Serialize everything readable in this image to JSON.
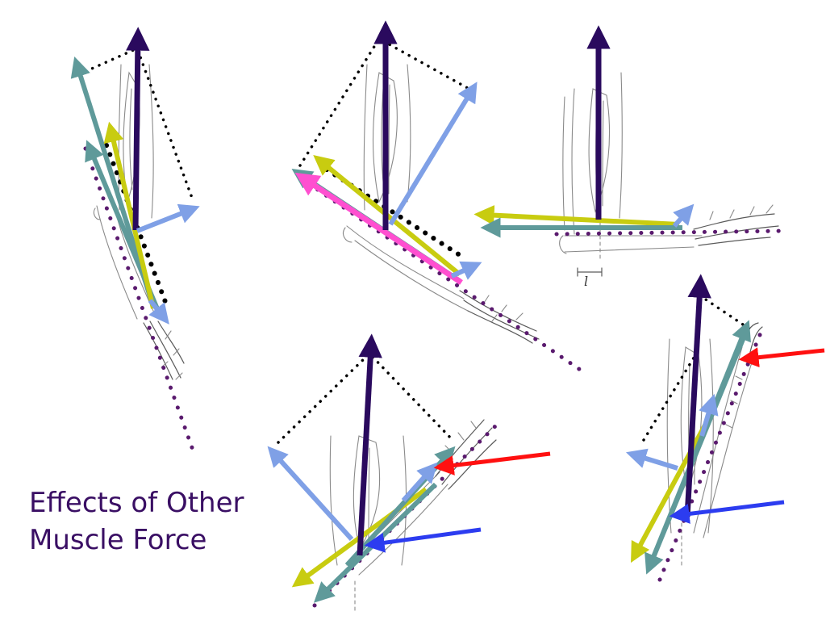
{
  "caption": {
    "line1": "Effects of Other",
    "line2": "Muscle Force"
  },
  "diagram_labels": {
    "lever_arm": "l"
  },
  "colors": {
    "caption_text": "#3a0f64",
    "biceps_force": "#2a0a5e",
    "resultant_teal": "#5f9a9a",
    "resultant_yellow": "#c8cc10",
    "component_lightblue": "#7fa0e6",
    "pink_force": "#ff4fd0",
    "external_red": "#ff1010",
    "external_blue": "#2c3cf0",
    "construction_black": "#000000",
    "forearm_axis_purple": "#5a1a6e"
  }
}
